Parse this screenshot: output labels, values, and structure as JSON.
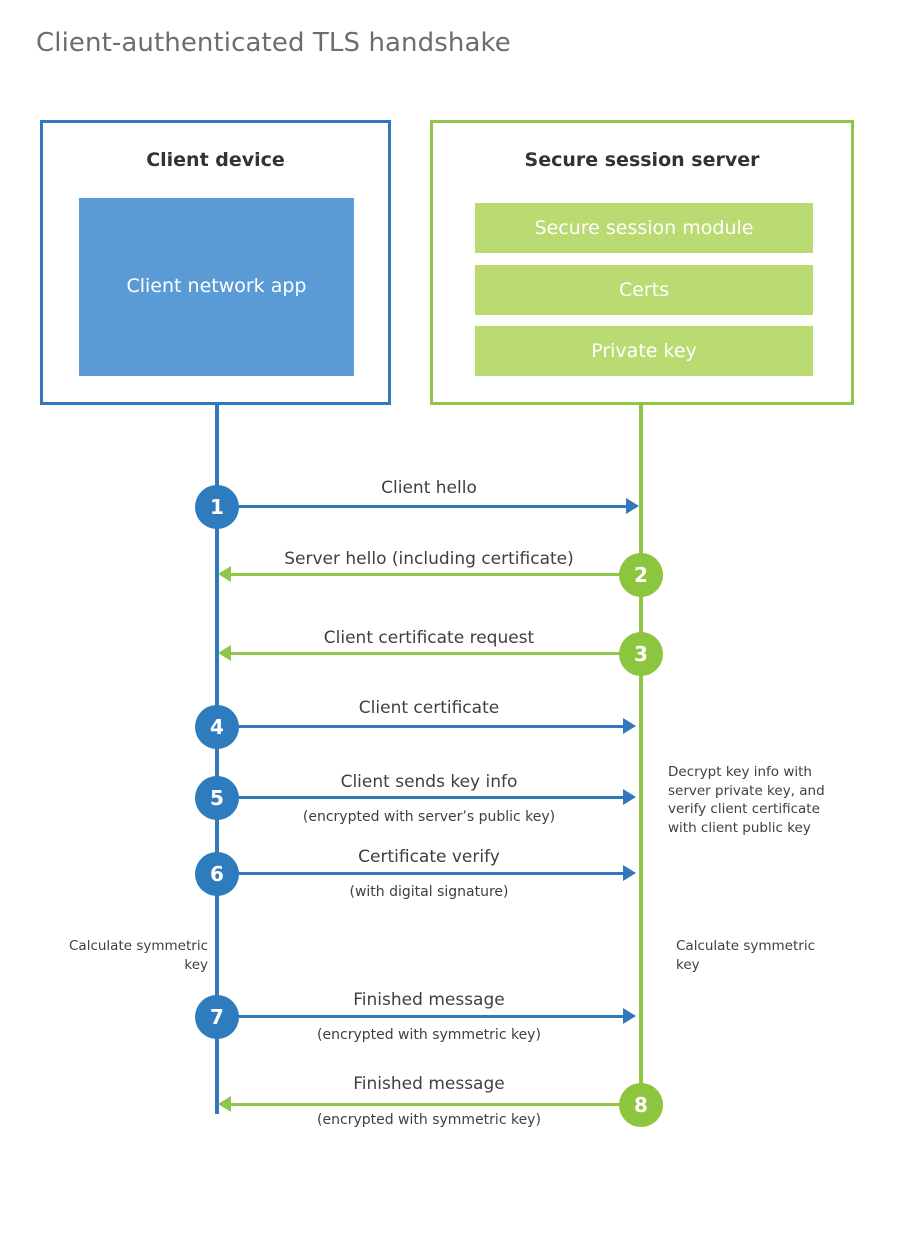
{
  "title": "Client-authenticated TLS handshake",
  "colors": {
    "client_blue": "#3179bc",
    "client_app_blue": "#5b9bd5",
    "server_green": "#8fc549",
    "server_block_green": "#bada72",
    "badge_blue": "#2e7cbe",
    "badge_green": "#8cc63f",
    "title_gray": "#6d6d6d",
    "text_dark": "#3f3f3f"
  },
  "client": {
    "title": "Client device",
    "app_label": "Client network app"
  },
  "server": {
    "title": "Secure session server",
    "blocks": [
      {
        "label": "Secure session module"
      },
      {
        "label": "Certs"
      },
      {
        "label": "Private key"
      }
    ]
  },
  "steps": [
    {
      "number": "1",
      "label": "Client hello",
      "sublabel": "",
      "direction": "client-to-server",
      "color": "blue"
    },
    {
      "number": "2",
      "label": "Server hello (including certificate)",
      "sublabel": "",
      "direction": "server-to-client",
      "color": "green"
    },
    {
      "number": "3",
      "label": "Client certificate request",
      "sublabel": "",
      "direction": "server-to-client",
      "color": "green"
    },
    {
      "number": "4",
      "label": "Client certificate",
      "sublabel": "",
      "direction": "client-to-server",
      "color": "blue"
    },
    {
      "number": "5",
      "label": "Client sends key info",
      "sublabel": "(encrypted with server’s public key)",
      "direction": "client-to-server",
      "color": "blue"
    },
    {
      "number": "6",
      "label": "Certificate verify",
      "sublabel": "(with digital signature)",
      "direction": "client-to-server",
      "color": "blue"
    },
    {
      "number": "7",
      "label": "Finished message",
      "sublabel": "(encrypted with symmetric key)",
      "direction": "client-to-server",
      "color": "blue"
    },
    {
      "number": "8",
      "label": "Finished message",
      "sublabel": "(encrypted with symmetric key)",
      "direction": "server-to-client",
      "color": "green"
    }
  ],
  "notes": {
    "decrypt": "Decrypt key info with server private key, and verify client certificate with client public key",
    "calculate_client": "Calculate symmetric key",
    "calculate_server": "Calculate symmetric key"
  }
}
